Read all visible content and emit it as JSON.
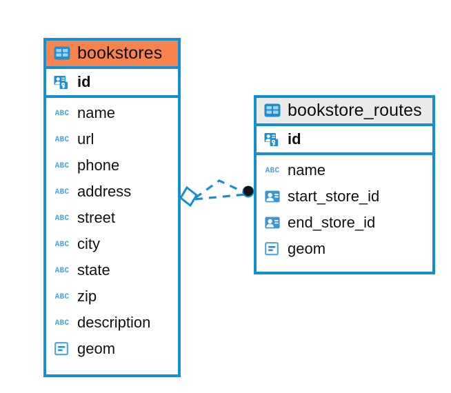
{
  "diagram": {
    "type": "entity-relationship-diagram",
    "background_color": "#ffffff",
    "accent_color": "#1390d0",
    "highlight_color": "#f9834c",
    "header_neutral_color": "#eaeaea"
  },
  "entities": [
    {
      "name": "bookstores",
      "header_icon": "table-icon",
      "header_style": "accent-orange",
      "primary_key": {
        "label": "id",
        "icon": "primary-key-icon"
      },
      "fields": [
        {
          "label": "name",
          "icon": "abc-icon"
        },
        {
          "label": "url",
          "icon": "abc-icon"
        },
        {
          "label": "phone",
          "icon": "abc-icon"
        },
        {
          "label": "address",
          "icon": "abc-icon"
        },
        {
          "label": "street",
          "icon": "abc-icon"
        },
        {
          "label": "city",
          "icon": "abc-icon"
        },
        {
          "label": "state",
          "icon": "abc-icon"
        },
        {
          "label": "zip",
          "icon": "abc-icon"
        },
        {
          "label": "description",
          "icon": "abc-icon"
        },
        {
          "label": "geom",
          "icon": "geometry-icon"
        }
      ]
    },
    {
      "name": "bookstore_routes",
      "header_icon": "table-icon",
      "header_style": "accent-gray",
      "primary_key": {
        "label": "id",
        "icon": "primary-key-icon"
      },
      "fields": [
        {
          "label": "name",
          "icon": "abc-icon"
        },
        {
          "label": "start_store_id",
          "icon": "foreign-key-icon"
        },
        {
          "label": "end_store_id",
          "icon": "foreign-key-icon"
        },
        {
          "label": "geom",
          "icon": "geometry-icon"
        }
      ]
    }
  ],
  "relationship": {
    "style": "dashed",
    "source_marker": "rhombus-marker",
    "target_marker": "filled-circle-marker",
    "color": "#1390d0"
  }
}
